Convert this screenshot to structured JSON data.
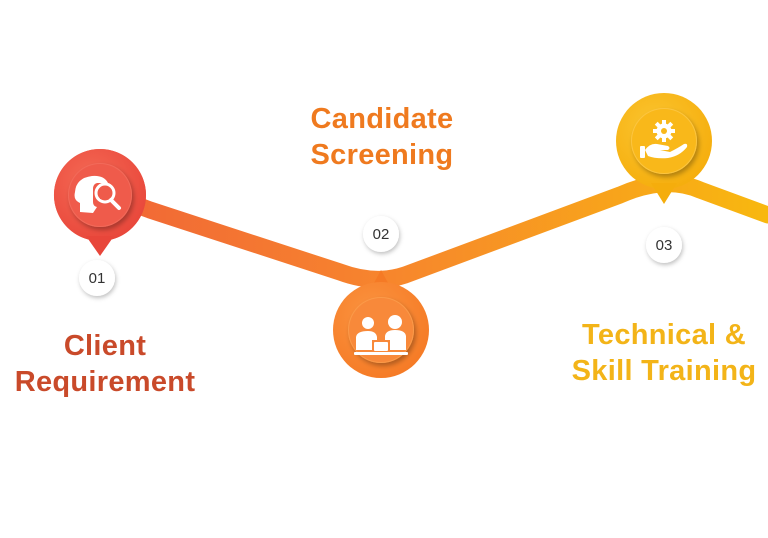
{
  "colors": {
    "step1": "#e84c3d",
    "step2": "#f7852d",
    "step3": "#f5b50c",
    "label1": "#c94a2a",
    "label2": "#ef7a1f",
    "label3": "#f3b418"
  },
  "steps": [
    {
      "number": "01",
      "label_line1": "Client",
      "label_line2": "Requirement",
      "icon": "head-search-icon"
    },
    {
      "number": "02",
      "label_line1": "Candidate",
      "label_line2": "Screening",
      "icon": "interview-people-icon"
    },
    {
      "number": "03",
      "label_line1": "Technical &",
      "label_line2": "Skill Training",
      "icon": "hand-gear-icon"
    }
  ]
}
